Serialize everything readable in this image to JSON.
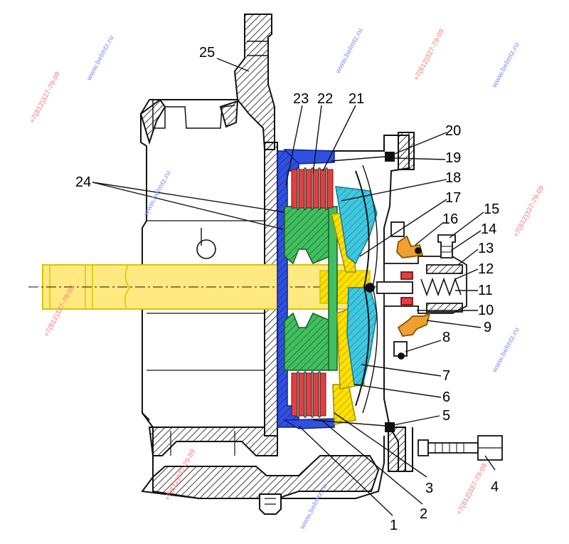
{
  "diagram": {
    "callout_numbers": [
      "1",
      "2",
      "3",
      "4",
      "5",
      "6",
      "7",
      "8",
      "9",
      "10",
      "11",
      "12",
      "13",
      "14",
      "15",
      "16",
      "17",
      "18",
      "19",
      "20",
      "21",
      "22",
      "23",
      "24",
      "25"
    ],
    "colors": {
      "shaft": "#ffe980",
      "shaft_outline": "#d8c400",
      "hub_green": "#40c060",
      "pressure_plate_blue": "#3050e0",
      "friction_discs_red": "#e24040",
      "intermediate_plate_yellow": "#ffe000",
      "diaphragm_cyan": "#40c8e0",
      "release_bearing_orange": "#f0a030",
      "line": "#111111"
    }
  },
  "watermarks": {
    "site": "www.belmtz.ru",
    "phone": "+7(812)327-79-09"
  }
}
